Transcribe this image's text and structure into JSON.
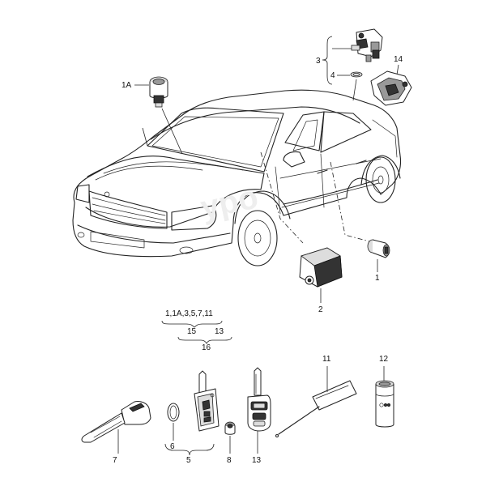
{
  "labels": {
    "l1": "1",
    "l1a": "1A",
    "l2": "2",
    "l3": "3",
    "l4": "4",
    "l5": "5",
    "l6": "6",
    "l7": "7",
    "l8": "8",
    "l11": "11",
    "l12": "12",
    "l13": "13",
    "l14": "14"
  },
  "tree": {
    "top": "1,1A,3,5,7,11",
    "left": "15",
    "right": "13",
    "bottom": "16"
  }
}
